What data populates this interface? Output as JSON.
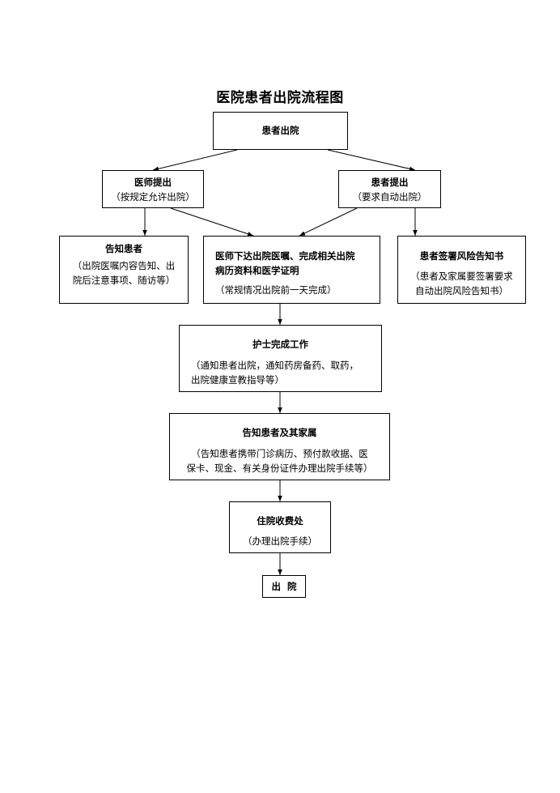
{
  "title": "医院患者出院流程图",
  "nodes": {
    "start": {
      "label": "患者出院"
    },
    "doctor_propose": {
      "label": "医师提出",
      "note": "（按规定允许出院）"
    },
    "patient_request": {
      "label": "患者提出",
      "note": "（要求自动出院）"
    },
    "notify_patient": {
      "label": "告知患者",
      "note_line1": "（出院医嘱内容告知、出",
      "note_line2": "院后注意事项、随访等）"
    },
    "doctor_orders": {
      "label_line1": "医师下达出院医嘱、完成相关出院",
      "label_line2": "病历资料和医学证明",
      "note": "（常规情况出院前一天完成）"
    },
    "risk_form": {
      "label": "患者签署风险告知书",
      "note_line1": "（患者及家属要签署要求",
      "note_line2": "自动出院风险告知书）"
    },
    "nurse_work": {
      "label": "护士完成工作",
      "note_line1": "（通知患者出院，通知药房备药、取药，",
      "note_line2": "出院健康宣教指导等）"
    },
    "notify_family": {
      "label": "告知患者及其家属",
      "note_line1": "（告知患者携带门诊病历、预付款收据、医",
      "note_line2": "保卡、现金、有关身份证件办理出院手续等）"
    },
    "billing": {
      "label": "住院收费处",
      "note": "（办理出院手续）"
    },
    "discharge": {
      "label": "出  院"
    }
  }
}
